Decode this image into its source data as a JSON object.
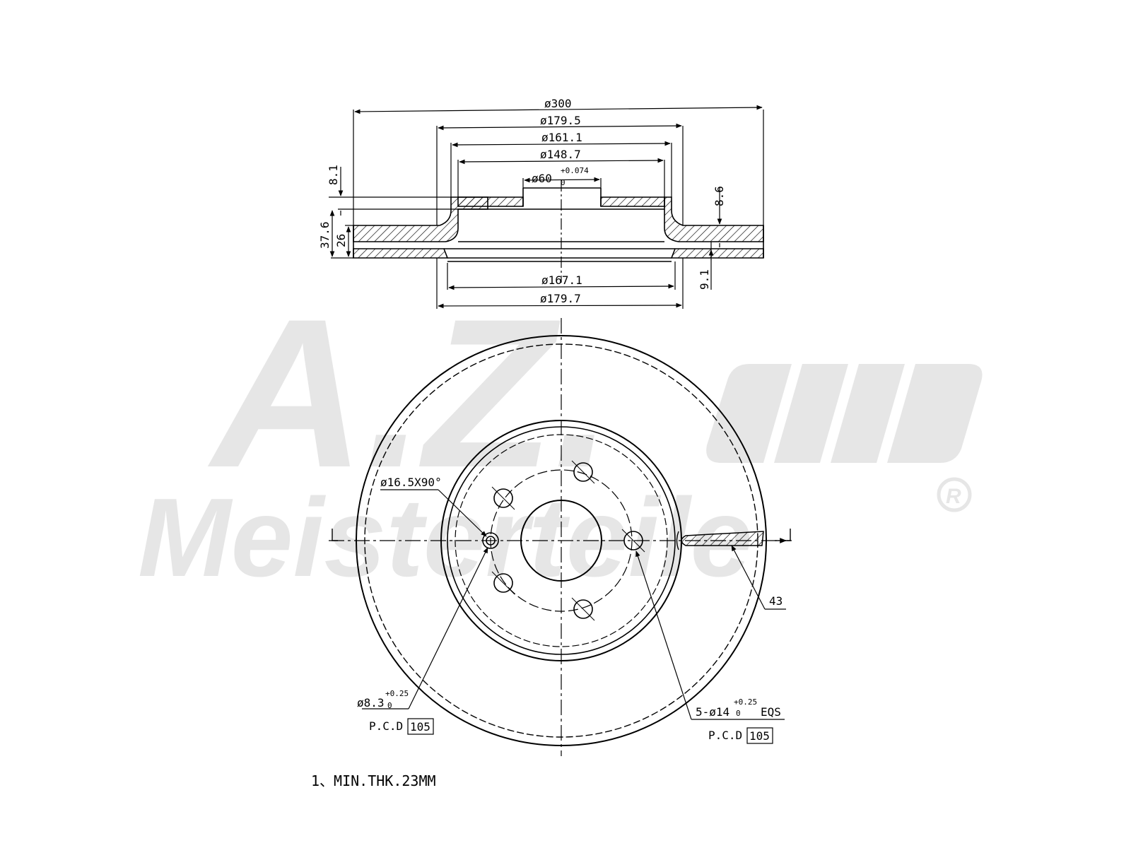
{
  "watermark": {
    "initials": "A.Z.",
    "brand": "Meisterteile",
    "registered": "R"
  },
  "side_view": {
    "dia_outer": "ø300",
    "dia_hat_outer": "ø179.5",
    "dia_161": "ø161.1",
    "dia_148": "ø148.7",
    "dia_bore": "ø60",
    "bore_tol_upper": "+0.074",
    "bore_tol_lower": "0",
    "dia_167": "ø167.1",
    "dia_179_7": "ø179.7",
    "height_total": "37.6",
    "disc_thickness": "26",
    "hat_thickness": "8.1",
    "friction_ring_top": "8.6",
    "friction_ring_bottom": "9.1"
  },
  "front_view": {
    "countersink": "ø16.5X90°",
    "small_hole": "ø8.3",
    "small_hole_tol_upper": "+0.25",
    "small_hole_tol_lower": "0",
    "pcd_label_left": "P.C.D",
    "pcd_value_left": "105",
    "bolt_holes_prefix": "5-ø14",
    "bolt_holes_tol_upper": "+0.25",
    "bolt_holes_tol_lower": "0",
    "bolt_holes_suffix": "EQS",
    "pcd_label_right": "P.C.D",
    "pcd_value_right": "105",
    "vent_width": "43"
  },
  "notes": {
    "min_thickness": "1、MIN.THK.23MM"
  }
}
